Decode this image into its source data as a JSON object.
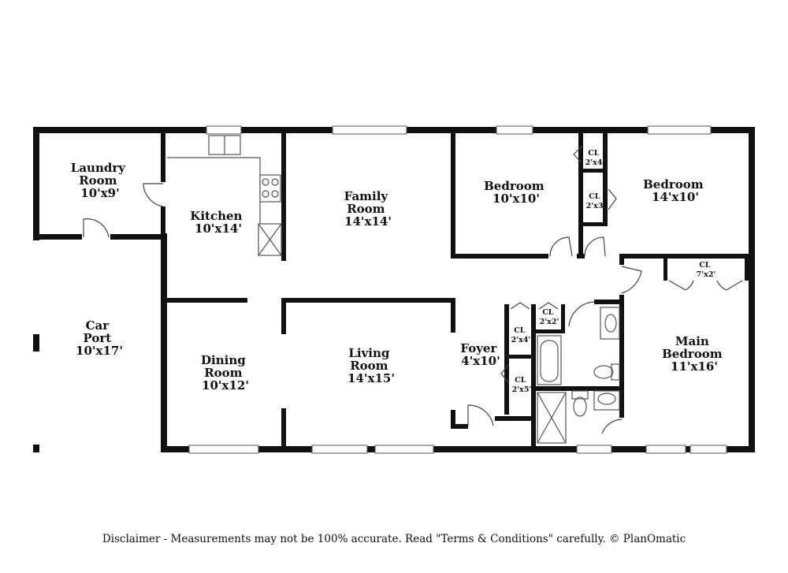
{
  "rooms": {
    "laundry": {
      "name": "Laundry\nRoom",
      "line1": "Laundry",
      "line2": "Room",
      "size": "10'x9'"
    },
    "kitchen": {
      "line1": "Kitchen",
      "size": "10'x14'"
    },
    "family": {
      "line1": "Family",
      "line2": "Room",
      "size": "14'x14'"
    },
    "bedroom1": {
      "line1": "Bedroom",
      "size": "10'x10'"
    },
    "bedroom2": {
      "line1": "Bedroom",
      "size": "14'x10'"
    },
    "carport": {
      "line1": "Car",
      "line2": "Port",
      "size": "10'x17'"
    },
    "dining": {
      "line1": "Dining",
      "line2": "Room",
      "size": "10'x12'"
    },
    "living": {
      "line1": "Living",
      "line2": "Room",
      "size": "14'x15'"
    },
    "foyer": {
      "line1": "Foyer",
      "size": "4'x10'"
    },
    "main_bedroom": {
      "line1": "Main",
      "line2": "Bedroom",
      "size": "11'x16'"
    }
  },
  "closets": [
    {
      "label": "CL",
      "size": "2'x4'"
    },
    {
      "label": "CL",
      "size": "2'x3'"
    },
    {
      "label": "CL",
      "size": "7'x2'"
    },
    {
      "label": "CL",
      "size": "2'x2'"
    },
    {
      "label": "CL",
      "size": "2'x4'"
    },
    {
      "label": "CL",
      "size": "2'x5'"
    }
  ],
  "disclaimer": "Disclaimer - Measurements may not be 100% accurate. Read \"Terms & Conditions\" carefully. © PlanOmatic"
}
